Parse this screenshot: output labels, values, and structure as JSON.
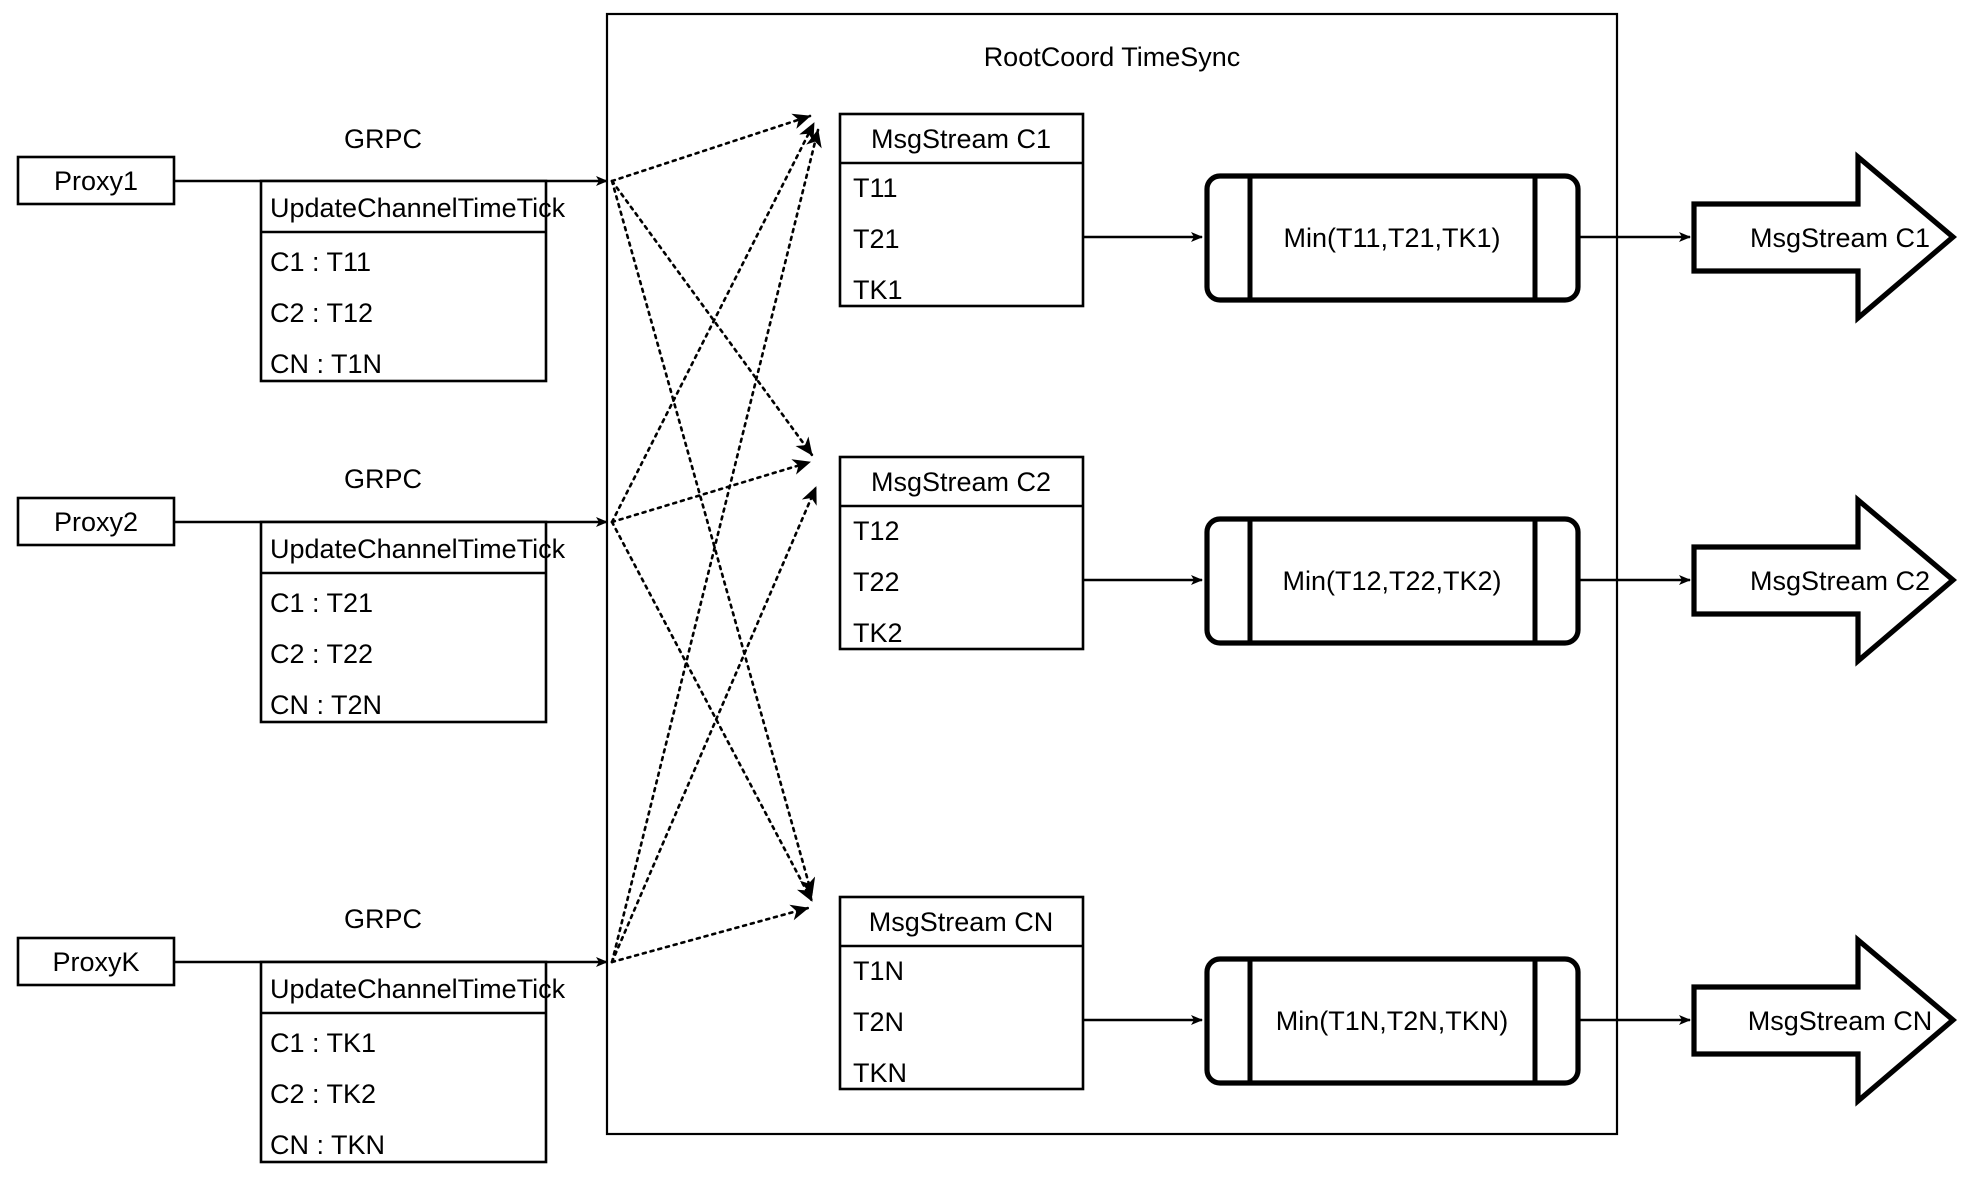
{
  "diagram": {
    "title": "RootCoord TimeSync",
    "container_label": "RootCoord TimeSync",
    "link_label": "GRPC",
    "request_label": "UpdateChannelTimeTick"
  },
  "proxies": [
    {
      "name": "Proxy1",
      "link_label": "GRPC",
      "request_title": "UpdateChannelTimeTick",
      "rows": [
        "C1 :  T11",
        "C2 :  T12",
        "CN : T1N"
      ]
    },
    {
      "name": "Proxy2",
      "link_label": "GRPC",
      "request_title": "UpdateChannelTimeTick",
      "rows": [
        "C1 :  T21",
        "C2 :  T22",
        "CN : T2N"
      ]
    },
    {
      "name": "ProxyK",
      "link_label": "GRPC",
      "request_title": "UpdateChannelTimeTick",
      "rows": [
        "C1 :  TK1",
        "C2 :  TK2",
        "CN : TKN"
      ]
    }
  ],
  "channels": [
    {
      "stream_title": "MsgStream C1",
      "ticks": [
        "T11",
        "T21",
        "TK1"
      ],
      "min_label": "Min(T11,T21,TK1)",
      "output_label": "MsgStream C1"
    },
    {
      "stream_title": "MsgStream C2",
      "ticks": [
        "T12",
        "T22",
        "TK2"
      ],
      "min_label": "Min(T12,T22,TK2)",
      "output_label": "MsgStream C2"
    },
    {
      "stream_title": "MsgStream CN",
      "ticks": [
        "T1N",
        "T2N",
        "TKN"
      ],
      "min_label": "Min(T1N,T2N,TKN)",
      "output_label": "MsgStream CN"
    }
  ],
  "colors": {
    "stroke": "#000000",
    "background": "#ffffff"
  }
}
